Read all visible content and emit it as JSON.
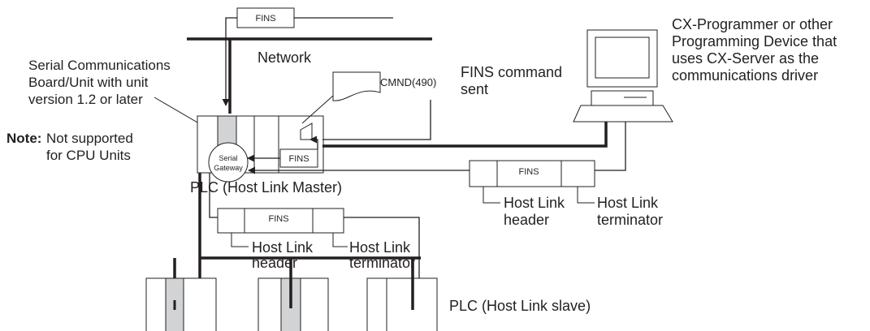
{
  "labels": {
    "network": "Network",
    "board_line1": "Serial Communications",
    "board_line2": "Board/Unit with unit",
    "board_line3": "version 1.2 or later",
    "note_prefix": "Note:",
    "note_line1": "Not supported",
    "note_line2": "for CPU Units",
    "cmnd": "CMND(490)",
    "fins_cmd_line1": "FINS command",
    "fins_cmd_line2": "sent",
    "cx_line1": "CX-Programmer or other",
    "cx_line2": "Programming Device that",
    "cx_line3": "uses CX-Server as the",
    "cx_line4": "communications driver",
    "plc_master": "PLC (Host Link Master)",
    "plc_slave": "PLC (Host Link slave)",
    "serial_gateway_1": "Serial",
    "serial_gateway_2": "Gateway",
    "fins": "FINS",
    "hl_header_1": "Host Link",
    "hl_header_2": "header",
    "hl_term_1": "Host Link",
    "hl_term_2": "terminator"
  },
  "colors": {
    "line": "#231f20",
    "unit_fill": "#d1d3d4",
    "background": "#ffffff"
  }
}
